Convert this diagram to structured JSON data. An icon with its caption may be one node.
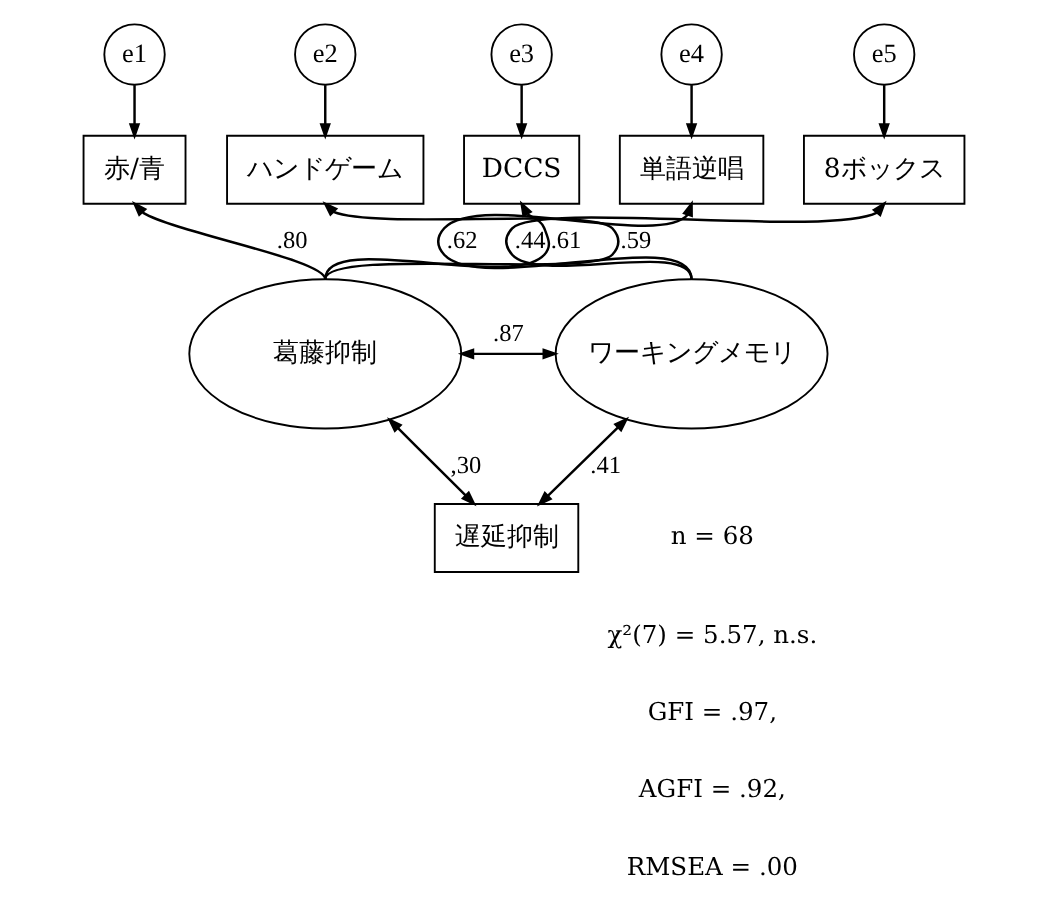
{
  "diagram": {
    "nodes": [
      {
        "text": [
          "e1"
        ]
      },
      {
        "text": [
          "e2"
        ]
      },
      {
        "text": [
          "e3"
        ]
      },
      {
        "text": [
          "e4"
        ]
      },
      {
        "text": [
          "e5"
        ]
      },
      {
        "text": [
          "赤/青"
        ]
      },
      {
        "text": [
          "ハンドゲーム"
        ]
      },
      {
        "text": [
          "DCCS"
        ]
      },
      {
        "text": [
          "単語逆唱"
        ]
      },
      {
        "text": [
          "8ボックス"
        ]
      },
      {
        "text": [
          "葛藤抑制"
        ]
      },
      {
        "text": [
          "ワーキングメモリ"
        ]
      },
      {
        "text": [
          "遅延抑制"
        ]
      }
    ],
    "edges": [
      {
        "from": 0,
        "to": 5,
        "arrow": "to"
      },
      {
        "from": 1,
        "to": 6,
        "arrow": "to"
      },
      {
        "from": 2,
        "to": 7,
        "arrow": "to"
      },
      {
        "from": 3,
        "to": 8,
        "arrow": "to"
      },
      {
        "from": 4,
        "to": 9,
        "arrow": "to"
      },
      {
        "from": 10,
        "to": 5,
        "arrow": "to",
        "label": ".80"
      },
      {
        "from": 10,
        "to": 6,
        "arrow": "to",
        "label": ".59"
      },
      {
        "from": 10,
        "to": 7,
        "arrow": "to",
        "label": ".61"
      },
      {
        "from": 10,
        "to": 11,
        "arrow": "both",
        "label": ".87"
      },
      {
        "from": 11,
        "to": 8,
        "arrow": "to",
        "label": ".62"
      },
      {
        "from": 11,
        "to": 9,
        "arrow": "to",
        "label": ".44"
      },
      {
        "from": 10,
        "to": 12,
        "arrow": "both",
        "label": ",30"
      },
      {
        "from": 11,
        "to": 12,
        "arrow": "both",
        "label": ".41"
      }
    ],
    "labels": [
      "n = 68",
      "χ²(7) = 5.57, n.s.",
      "GFI = .97,",
      "AGFI = .92,",
      "RMSEA = .00"
    ]
  }
}
